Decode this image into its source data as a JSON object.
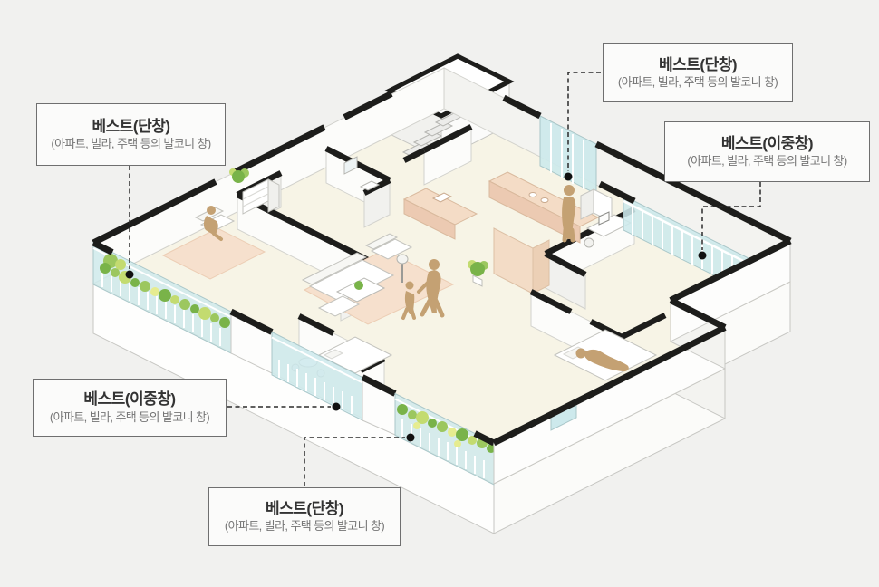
{
  "page": {
    "background_color": "#f1f1ef"
  },
  "figure": {
    "type": "isometric-apartment-cutaway-floorplan",
    "description": "3D isometric cutaway of an apartment showing balcony windows marked with callouts",
    "colors": {
      "wall_cap": "#1d1d1b",
      "wall_face": "#fcfcfa",
      "floor": "#f7f4e6",
      "glass": "#cde9ec",
      "accent_peach": "#f4dcc6",
      "people": "#c4a173",
      "plant_greens": [
        "#79b349",
        "#9cc75f",
        "#c3db70",
        "#e6ec90"
      ],
      "leader_line": "#2b2b2b"
    }
  },
  "callouts": [
    {
      "id": "left-top",
      "title": "베스트(단창)",
      "subtitle": "(아파트, 빌라, 주택 등의 발코니 창)"
    },
    {
      "id": "top-right",
      "title": "베스트(단창)",
      "subtitle": "(아파트, 빌라, 주택 등의 발코니 창)"
    },
    {
      "id": "right",
      "title": "베스트(이중창)",
      "subtitle": "(아파트, 빌라, 주택 등의 발코니 창)"
    },
    {
      "id": "bottom-left",
      "title": "베스트(이중창)",
      "subtitle": "(아파트, 빌라, 주택 등의 발코니 창)"
    },
    {
      "id": "bottom",
      "title": "베스트(단창)",
      "subtitle": "(아파트, 빌라, 주택 등의 발코니 창)"
    }
  ]
}
